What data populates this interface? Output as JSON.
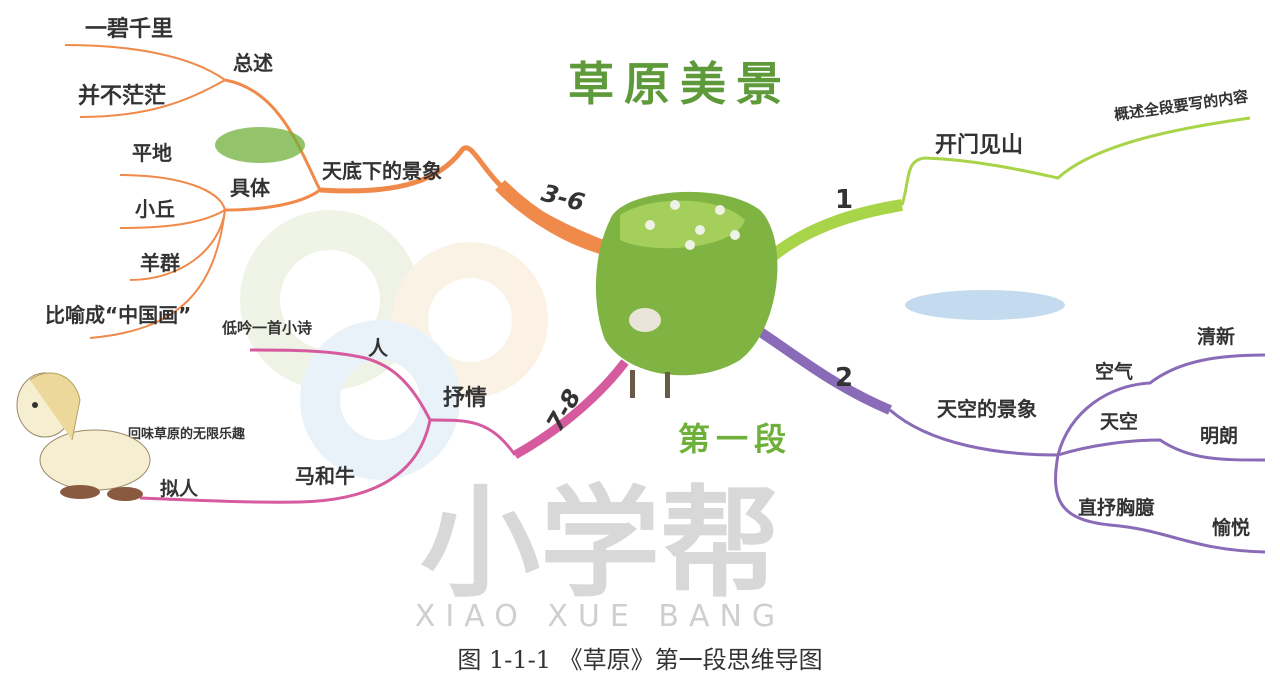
{
  "title": "草原美景",
  "center_label": "第一段",
  "watermark": {
    "main": "小学帮",
    "sub": "XIAO XUE BANG"
  },
  "colors": {
    "orange": "#f08a4b",
    "green": "#a8d44a",
    "purple": "#8a6bb8",
    "pink": "#d65a9e",
    "title": "#5e9a3a"
  },
  "branches": {
    "orange": {
      "number": "3-6",
      "topic": "天底下的景象",
      "children": [
        {
          "label": "总述",
          "leaves": [
            "一碧千里",
            "并不茫茫"
          ]
        },
        {
          "label": "具体",
          "leaves": [
            "平地",
            "小丘",
            "羊群",
            "比喻成“中国画”"
          ]
        }
      ]
    },
    "green": {
      "number": "1",
      "topic": "开门见山",
      "note": "概述全段要写的内容"
    },
    "purple": {
      "number": "2",
      "topic": "天空的景象",
      "children": [
        {
          "label": "空气",
          "leaf": "清新"
        },
        {
          "label": "天空",
          "leaf": "明朗"
        },
        {
          "label": "直抒胸臆",
          "leaf": "愉悦"
        }
      ]
    },
    "pink": {
      "number": "7-8",
      "children": [
        {
          "label": "抒情",
          "leaf_label": "人",
          "leaf": "低吟一首小诗"
        },
        {
          "label": "马和牛",
          "leaf_label": "拟人",
          "leaf": "回味草原的无限乐趣"
        }
      ]
    }
  },
  "caption": "图 1-1-1  《草原》第一段思维导图"
}
